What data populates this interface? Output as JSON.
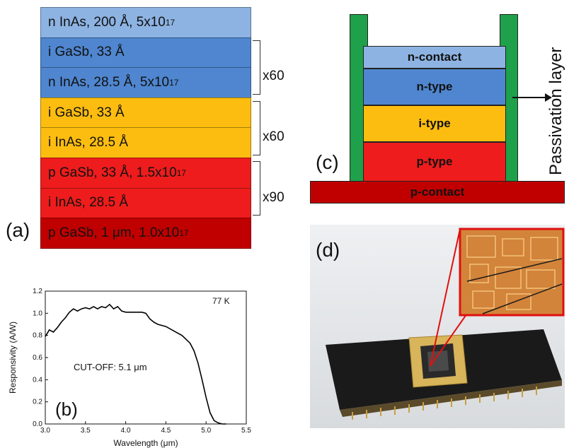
{
  "panel_a": {
    "label": "(a)",
    "layers": [
      {
        "text": "n InAs, 200  Å, 5x10",
        "sup": "17",
        "color": "#8db3e2"
      },
      {
        "text": "i GaSb, 33 Å",
        "sup": "",
        "color": "#4f86cf"
      },
      {
        "text": "n InAs, 28.5 Å, 5x10",
        "sup": "17",
        "color": "#4f86cf"
      },
      {
        "text": "i GaSb, 33 Å",
        "sup": "",
        "color": "#fdbd10"
      },
      {
        "text": "i InAs, 28.5 Å",
        "sup": "",
        "color": "#fdbd10"
      },
      {
        "text": "p GaSb, 33 Å, 1.5x10",
        "sup": "17",
        "color": "#ee1c1c"
      },
      {
        "text": "i InAs, 28.5 Å",
        "sup": "",
        "color": "#ee1c1c"
      },
      {
        "text": "p GaSb, 1 μm, 1.0x10",
        "sup": "17",
        "color": "#c00000"
      }
    ],
    "repeats": [
      "x60",
      "x60",
      "x90"
    ]
  },
  "panel_b": {
    "label": "(b)",
    "temperature": "77 K",
    "cutoff": "CUT-OFF: 5.1 μm"
  },
  "panel_c": {
    "label": "(c)",
    "n_contact": "n-contact",
    "n_type": "n-type",
    "i_type": "i-type",
    "p_type": "p-type",
    "p_contact": "p-contact",
    "passivation": "Passivation layer",
    "colors": {
      "n_contact": "#8db3e2",
      "n_type": "#4f86cf",
      "i_type": "#fdbd10",
      "p_type": "#ee1c1c",
      "p_contact": "#c00000",
      "passivation": "#1fa04a"
    }
  },
  "panel_d": {
    "label": "(d)"
  },
  "chart_data": {
    "type": "line",
    "title": "",
    "xlabel": "Wavelength (μm)",
    "ylabel": "Responsivity (A/W)",
    "xlim": [
      3.0,
      5.5
    ],
    "ylim": [
      0.0,
      1.2
    ],
    "xticks": [
      "3.0",
      "3.5",
      "4.0",
      "4.5",
      "5.0",
      "5.5"
    ],
    "yticks": [
      "0.0",
      "0.2",
      "0.4",
      "0.6",
      "0.8",
      "1.0",
      "1.2"
    ],
    "series": [
      {
        "x": [
          3.0,
          3.05,
          3.1,
          3.15,
          3.2,
          3.25,
          3.3,
          3.35,
          3.4,
          3.45,
          3.5,
          3.55,
          3.6,
          3.65,
          3.7,
          3.75,
          3.8,
          3.85,
          3.9,
          3.95,
          4.0,
          4.1,
          4.2,
          4.25,
          4.3,
          4.35,
          4.4,
          4.5,
          4.6,
          4.7,
          4.8,
          4.85,
          4.9,
          4.95,
          5.0,
          5.05,
          5.1,
          5.15,
          5.2,
          5.25
        ],
        "y": [
          0.79,
          0.85,
          0.83,
          0.87,
          0.92,
          0.96,
          1.01,
          1.04,
          1.02,
          1.04,
          1.05,
          1.04,
          1.06,
          1.04,
          1.06,
          1.05,
          1.08,
          1.04,
          1.06,
          1.02,
          1.01,
          1.01,
          1.01,
          1.0,
          0.95,
          0.92,
          0.9,
          0.88,
          0.84,
          0.8,
          0.73,
          0.66,
          0.55,
          0.4,
          0.24,
          0.1,
          0.03,
          0.01,
          0.0,
          0.0
        ]
      }
    ]
  }
}
